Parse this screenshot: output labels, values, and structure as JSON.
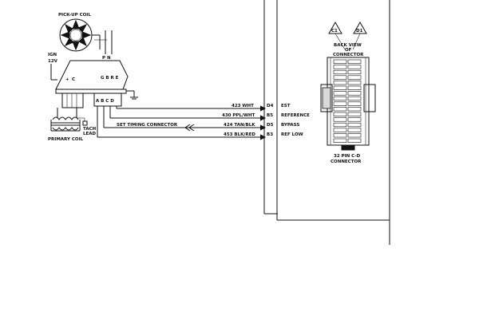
{
  "diagram": {
    "pickup_coil_label": "PICK-UP COIL",
    "ign_label": "IGN",
    "ign_voltage_label": "12V",
    "module_terminal_plus": "+",
    "module_terminal_c": "C",
    "module_top_terminals": "G B R E",
    "module_pn_label": "P N",
    "module_bottom_terminals": "A B C D",
    "tach_lead_label": "TACH\nLEAD",
    "tach_label": "TACH",
    "lead_label": "LEAD",
    "primary_coil_label": "PRIMARY COIL",
    "set_timing_label": "SET TIMING CONNECTOR",
    "wires": [
      {
        "wire": "423 WHT",
        "pin": "D4",
        "signal": "EST"
      },
      {
        "wire": "430 PPL/WHT",
        "pin": "B5",
        "signal": "REFERENCE"
      },
      {
        "wire": "424 TAN/BLK",
        "pin": "D5",
        "signal": "BYPASS"
      },
      {
        "wire": "453 BLK/RED",
        "pin": "B3",
        "signal": "REF LOW"
      }
    ],
    "connector_top_left": "C1",
    "connector_top_right": "D1",
    "back_view_label_1": "BACK VIEW",
    "back_view_label_2": "OF",
    "back_view_label_3": "CONNECTOR",
    "connector_bottom_label_1": "32 PIN C-D",
    "connector_bottom_label_2": "CONNECTOR"
  }
}
